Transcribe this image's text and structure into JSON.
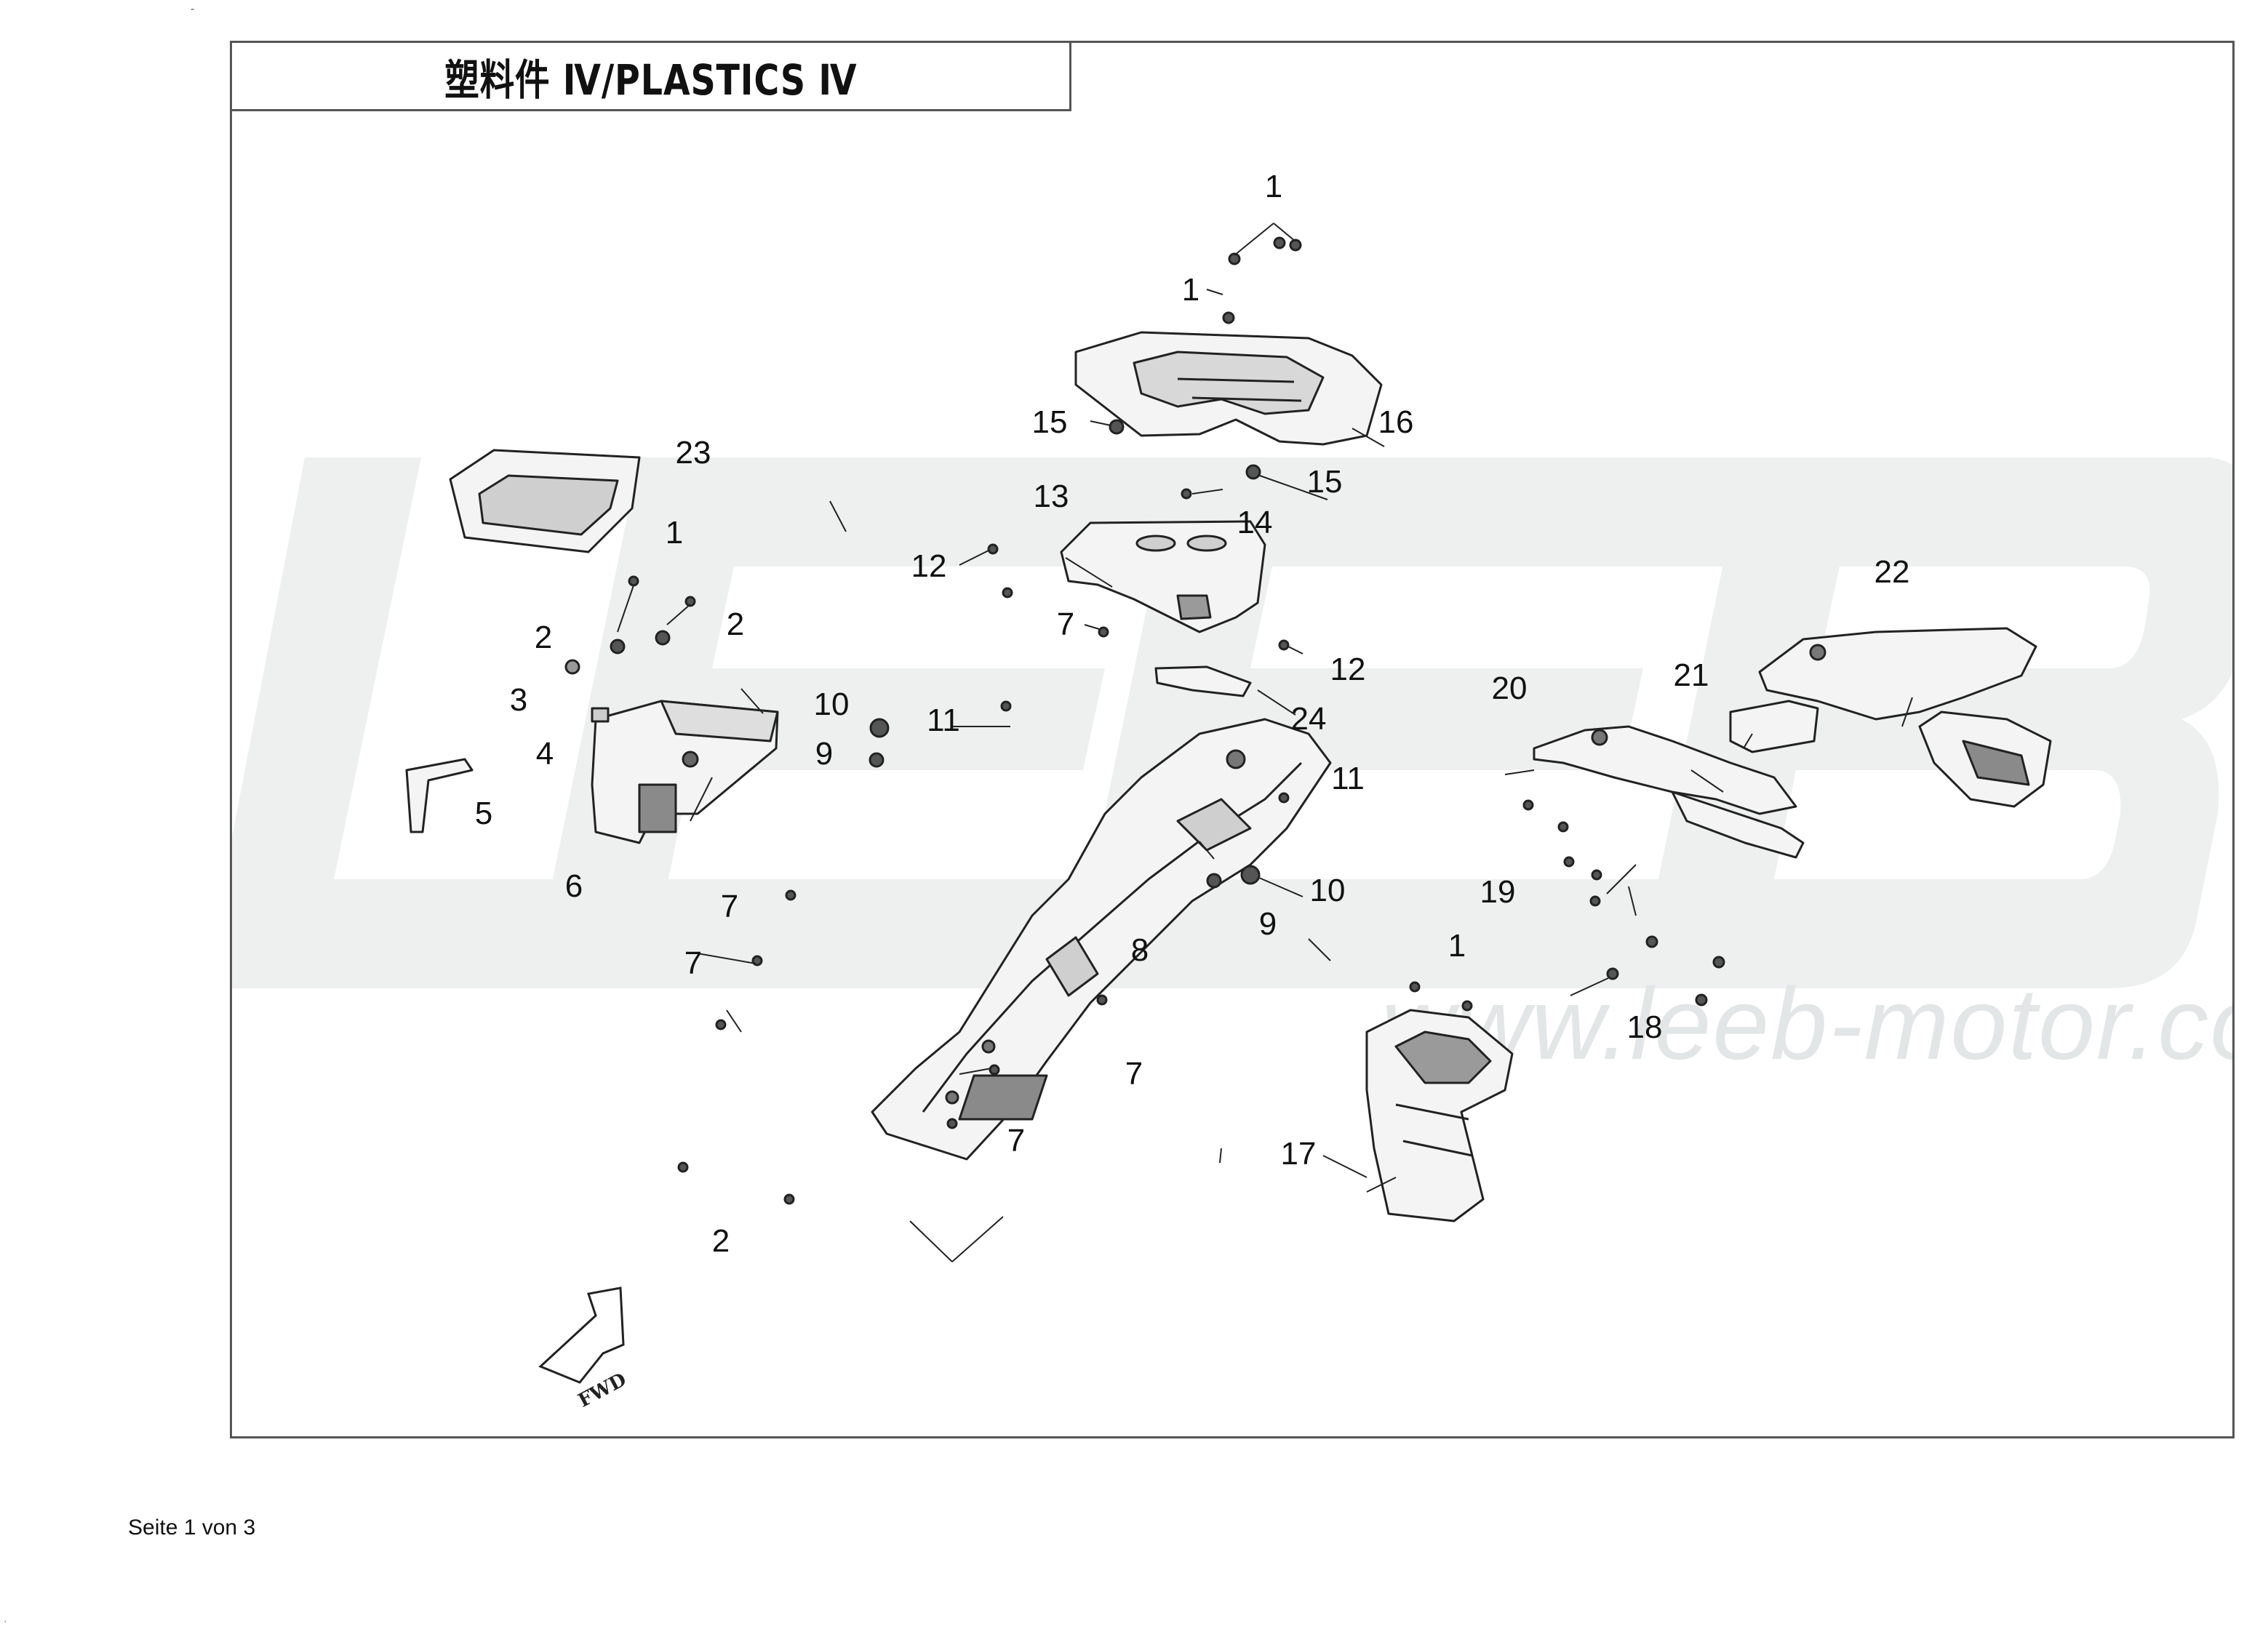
{
  "diagram": {
    "title": "塑料件 Ⅳ/PLASTICS Ⅳ",
    "watermark_text": "www.leeb-motor.com",
    "fwd_label": "FWD",
    "colors": {
      "frame": "#555555",
      "line": "#222222",
      "part_fill": "#f4f4f4",
      "part_dark": "#8a8a8a",
      "watermark": "#e3e6e6"
    },
    "callouts": [
      {
        "id": "c1",
        "label": "1"
      },
      {
        "id": "c2",
        "label": "1"
      },
      {
        "id": "c3",
        "label": "16"
      },
      {
        "id": "c4",
        "label": "15"
      },
      {
        "id": "c5",
        "label": "15"
      },
      {
        "id": "c6",
        "label": "23"
      },
      {
        "id": "c7",
        "label": "13"
      },
      {
        "id": "c8",
        "label": "14"
      },
      {
        "id": "c9",
        "label": "12"
      },
      {
        "id": "c10",
        "label": "7"
      },
      {
        "id": "c11",
        "label": "12"
      },
      {
        "id": "c12",
        "label": "24"
      },
      {
        "id": "c13",
        "label": "1"
      },
      {
        "id": "c14",
        "label": "2"
      },
      {
        "id": "c15",
        "label": "2"
      },
      {
        "id": "c16",
        "label": "3"
      },
      {
        "id": "c17",
        "label": "4"
      },
      {
        "id": "c18",
        "label": "5"
      },
      {
        "id": "c19",
        "label": "6"
      },
      {
        "id": "c20",
        "label": "10"
      },
      {
        "id": "c21",
        "label": "9"
      },
      {
        "id": "c22",
        "label": "11"
      },
      {
        "id": "c23",
        "label": "11"
      },
      {
        "id": "c24",
        "label": "10"
      },
      {
        "id": "c25",
        "label": "9"
      },
      {
        "id": "c26",
        "label": "8"
      },
      {
        "id": "c27",
        "label": "7"
      },
      {
        "id": "c28",
        "label": "7"
      },
      {
        "id": "c29",
        "label": "7"
      },
      {
        "id": "c30",
        "label": "7"
      },
      {
        "id": "c31",
        "label": "2"
      },
      {
        "id": "c32",
        "label": "22"
      },
      {
        "id": "c33",
        "label": "21"
      },
      {
        "id": "c34",
        "label": "20"
      },
      {
        "id": "c35",
        "label": "19"
      },
      {
        "id": "c36",
        "label": "1"
      },
      {
        "id": "c37",
        "label": "18"
      },
      {
        "id": "c38",
        "label": "17"
      }
    ]
  },
  "footer": {
    "page_text": "Seite 1 von 3"
  }
}
